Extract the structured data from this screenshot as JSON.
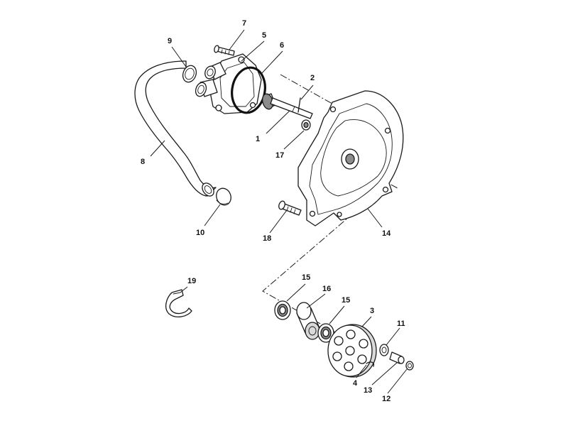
{
  "callouts": {
    "c1": "1",
    "c2": "2",
    "c3": "3",
    "c4": "4",
    "c5": "5",
    "c6": "6",
    "c7": "7",
    "c8": "8",
    "c9": "9",
    "c10": "10",
    "c11": "11",
    "c12": "12",
    "c13": "13",
    "c14": "14",
    "c15a": "15",
    "c15b": "15",
    "c16": "16",
    "c17": "17",
    "c18": "18",
    "c19": "19"
  },
  "colors": {
    "line": "#1a1a1a",
    "background": "#ffffff",
    "oring": "#111111"
  }
}
